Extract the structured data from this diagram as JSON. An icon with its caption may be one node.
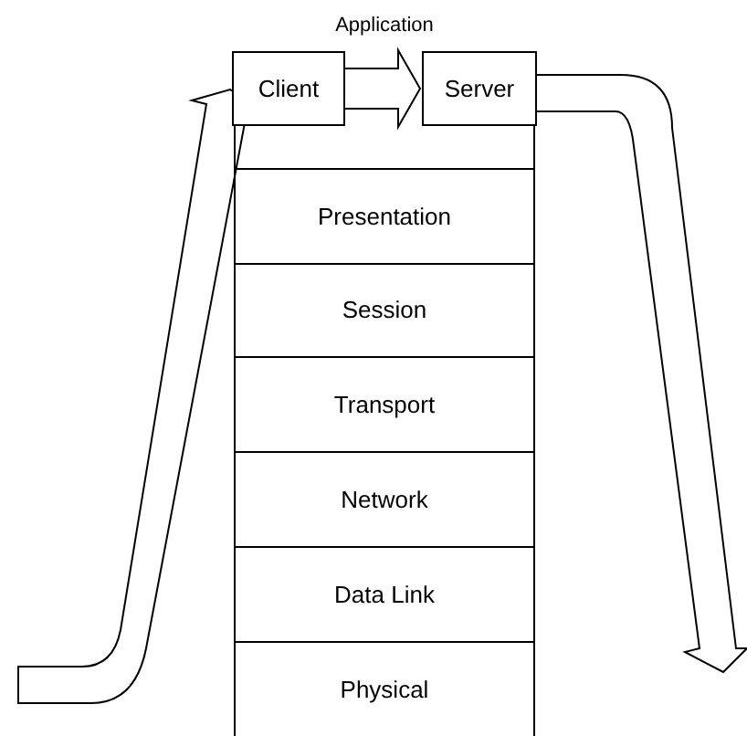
{
  "diagram": {
    "nodes": [
      {
        "text": [
          "Application"
        ]
      },
      {
        "text": [
          "Client"
        ],
        "in": 0
      },
      {
        "text": [
          "Server"
        ],
        "in": 0
      },
      {
        "text": [
          "Presentation"
        ]
      },
      {
        "text": [
          "Session"
        ]
      },
      {
        "text": [
          "Transport"
        ]
      },
      {
        "text": [
          "Network"
        ]
      },
      {
        "text": [
          "Data Link"
        ]
      },
      {
        "text": [
          "Physical"
        ]
      }
    ],
    "edges": [
      {
        "from": 1,
        "to": 2,
        "arrow": "to",
        "style": "thick"
      },
      {
        "from": 2,
        "to": null,
        "arrow": "to",
        "style": "thick"
      },
      {
        "from": null,
        "to": 1,
        "arrow": "to",
        "style": "thick"
      }
    ]
  }
}
